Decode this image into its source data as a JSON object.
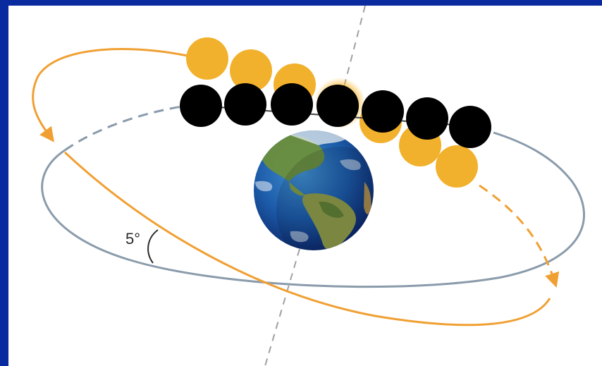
{
  "diagram": {
    "angle_label": "5°",
    "colors": {
      "frame": "#0a2aa0",
      "background": "#ffffff",
      "moon_orbit": "#8a9bab",
      "sun_path": "#f0a033",
      "sun": "#f2b12c",
      "moon": "#000000",
      "axis": "#9a9a9a"
    },
    "elements": [
      "earth",
      "moon-orbit",
      "sun-path",
      "tilt-axis",
      "sun-discs",
      "moon-discs",
      "angle-marker"
    ]
  }
}
